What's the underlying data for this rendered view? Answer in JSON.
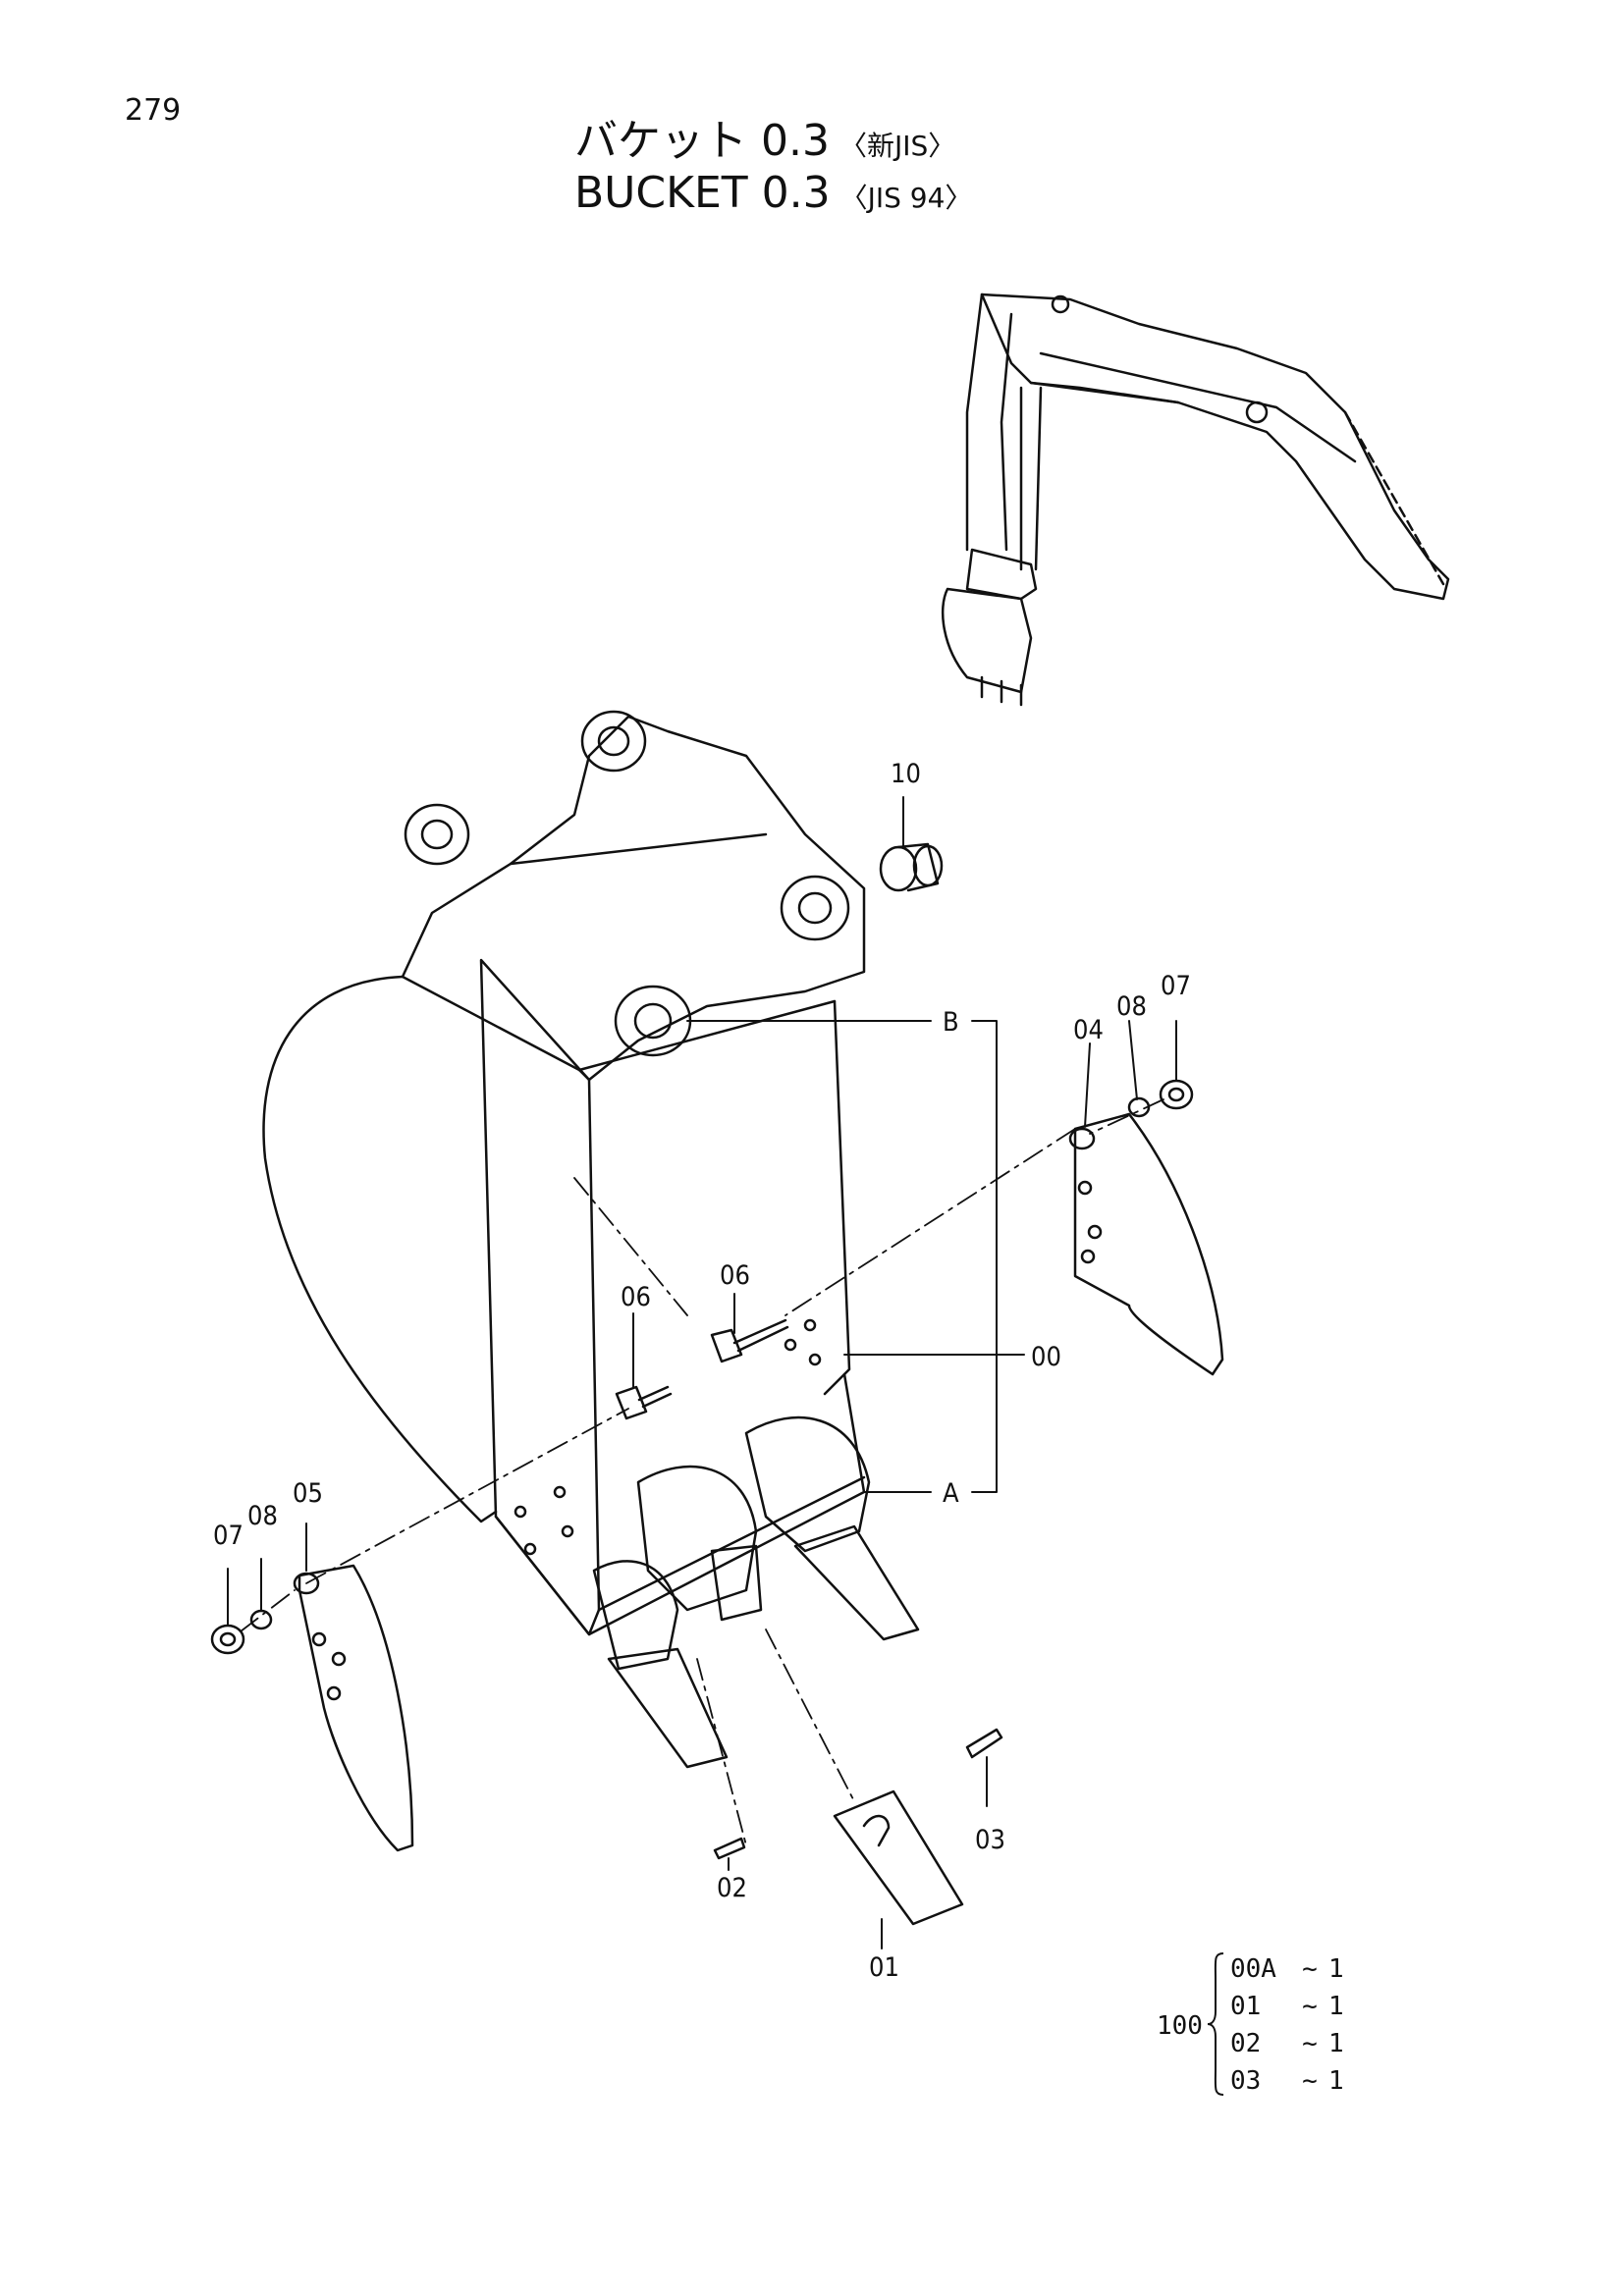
{
  "page_number": "279",
  "title": {
    "jp": "バケット 0.3",
    "jp_standard": "〈新JIS〉",
    "en": "BUCKET 0.3",
    "en_standard": "〈JIS 94〉"
  },
  "callouts": {
    "c10": "10",
    "c08_right": "08",
    "c07_right": "07",
    "c04": "04",
    "cB": "B",
    "c06_upper": "06",
    "c06_left": "06",
    "c00": "00",
    "cA": "A",
    "c07_left": "07",
    "c08_left": "08",
    "c05": "05",
    "c03": "03",
    "c02": "02",
    "c01": "01"
  },
  "assembly": {
    "label": "100",
    "rows": [
      {
        "part": "00A",
        "qty": "1"
      },
      {
        "part": "01",
        "qty": "1"
      },
      {
        "part": "02",
        "qty": "1"
      },
      {
        "part": "03",
        "qty": "1"
      }
    ]
  }
}
